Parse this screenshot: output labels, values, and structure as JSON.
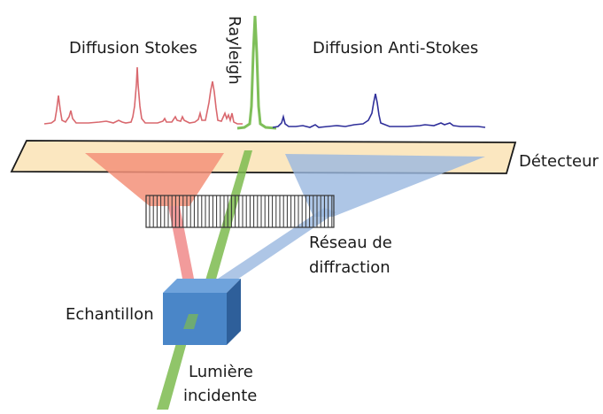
{
  "labels": {
    "stokes": "Diffusion Stokes",
    "anti_stokes": "Diffusion Anti-Stokes",
    "rayleigh": "Rayleigh",
    "detector": "Détecteur",
    "grating_line1": "Réseau de",
    "grating_line2": "diffraction",
    "sample": "Echantillon",
    "light_line1": "Lumière",
    "light_line2": "incidente"
  },
  "colors": {
    "stokes": "#d9686e",
    "anti_stokes": "#2f2f9a",
    "rayleigh": "#7fbf5a",
    "detector_fill": "#fbe7c0",
    "red_beam": "#f08a8a",
    "blue_beam": "#9ab8e0",
    "green_beam": "#7dbb4f",
    "cube_front": "#4a86c8",
    "cube_side": "#2e5f9a",
    "cube_top": "#6fa3dc"
  }
}
